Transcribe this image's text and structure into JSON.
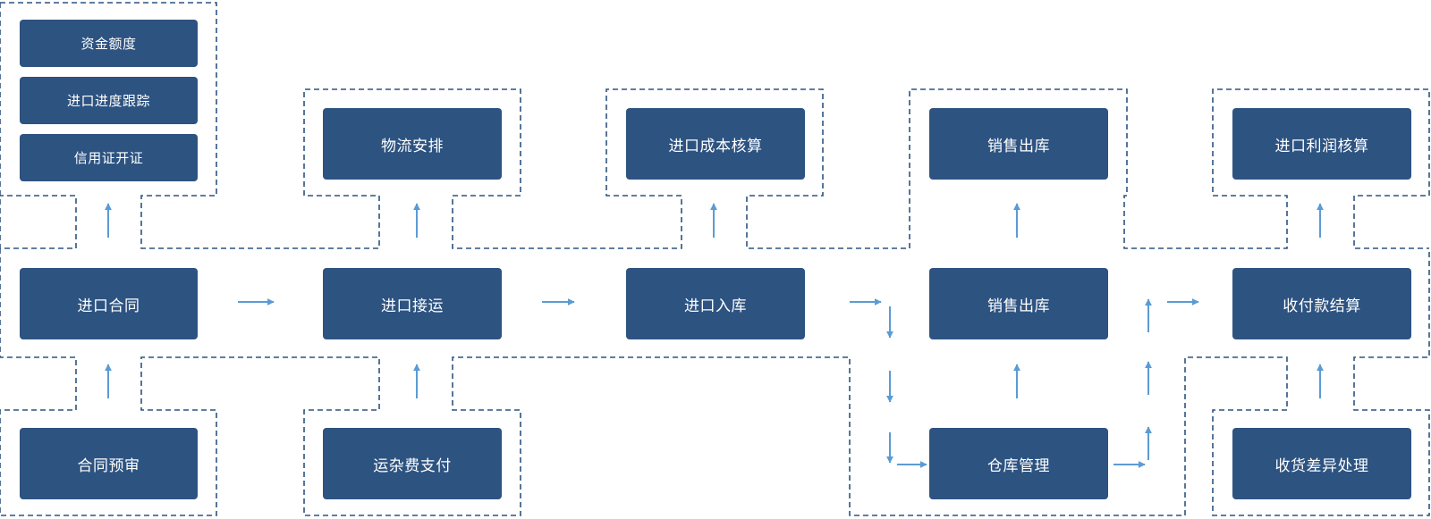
{
  "boxes": {
    "funding_limit": "资金额度",
    "import_progress": "进口进度跟踪",
    "lc_issuance": "信用证开证",
    "logistics": "物流安排",
    "import_cost": "进口成本核算",
    "sales_out_top": "销售出库",
    "import_profit": "进口利润核算",
    "import_contract": "进口合同",
    "import_transport": "进口接运",
    "import_warehousing": "进口入库",
    "sales_out": "销售出库",
    "payment_settlement": "收付款结算",
    "contract_review": "合同预审",
    "freight_payment": "运杂费支付",
    "warehouse_mgmt": "仓库管理",
    "receipt_discrepancy": "收货差异处理"
  },
  "colors": {
    "box_fill": "#2d5381",
    "box_text": "#ffffff",
    "dashed_line": "#2d5381",
    "arrow": "#5b9bd5"
  }
}
